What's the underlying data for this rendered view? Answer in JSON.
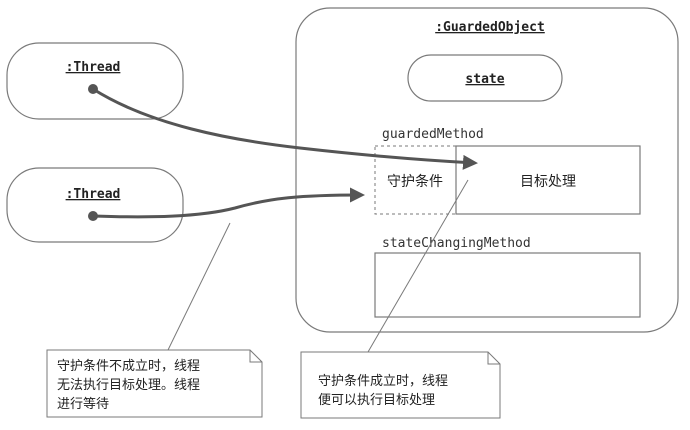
{
  "thread_top": {
    "label": ":Thread"
  },
  "thread_bottom": {
    "label": ":Thread"
  },
  "guarded_object": {
    "title": ":GuardedObject",
    "state_label": "state",
    "guarded_method": {
      "name": "guardedMethod",
      "guard_condition": "守护条件",
      "target_processing": "目标处理"
    },
    "state_changing_method": {
      "name": "stateChangingMethod"
    }
  },
  "notes": {
    "left": {
      "line1": "守护条件不成立时，线程",
      "line2": "无法执行目标处理。线程",
      "line3": "进行等待"
    },
    "right": {
      "line1": "守护条件成立时，线程",
      "line2": "便可以执行目标处理"
    }
  },
  "colors": {
    "stroke": "#7a7a7a",
    "text": "#222222",
    "arrow": "#555555"
  }
}
